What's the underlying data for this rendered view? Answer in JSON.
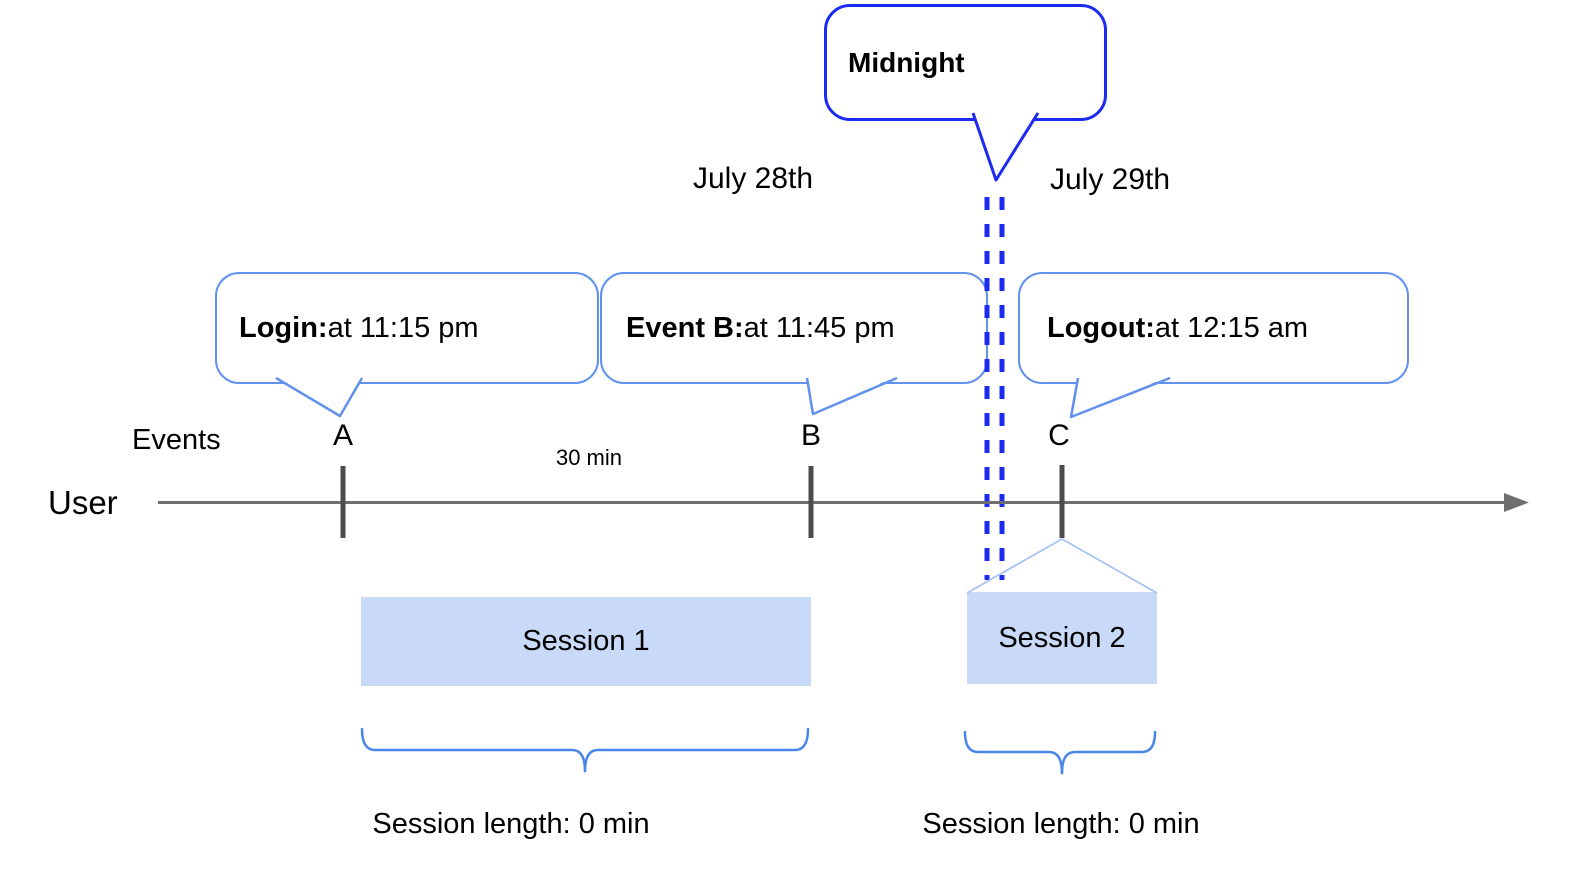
{
  "timeline": {
    "midnight_callout": "Midnight",
    "dates": {
      "before_midnight": "July 28th",
      "after_midnight": "July 29th"
    },
    "axis": {
      "events_label": "Events",
      "user_label": "User",
      "gap_label": "30 min"
    },
    "events": [
      {
        "marker": "A",
        "callout_bold": "Login:",
        "callout_rest": " at 11:15 pm"
      },
      {
        "marker": "B",
        "callout_bold": "Event B:",
        "callout_rest": " at 11:45 pm"
      },
      {
        "marker": "C",
        "callout_bold": "Logout:",
        "callout_rest": " at 12:15 am"
      }
    ],
    "sessions": [
      {
        "label": "Session 1",
        "length": "Session length: 0 min"
      },
      {
        "label": "Session 2",
        "length": "Session length: 0 min"
      }
    ],
    "colors": {
      "strong_blue": "#1c2bf0",
      "callout_border_blue": "#6191ec",
      "brace_blue": "#4a86e8",
      "session_fill": "#c9daf8",
      "connector_light_blue": "#a6c3f3",
      "axis_gray": "#6f6f6f",
      "tick_gray": "#4c4c4c",
      "text_black": "#000000"
    }
  }
}
